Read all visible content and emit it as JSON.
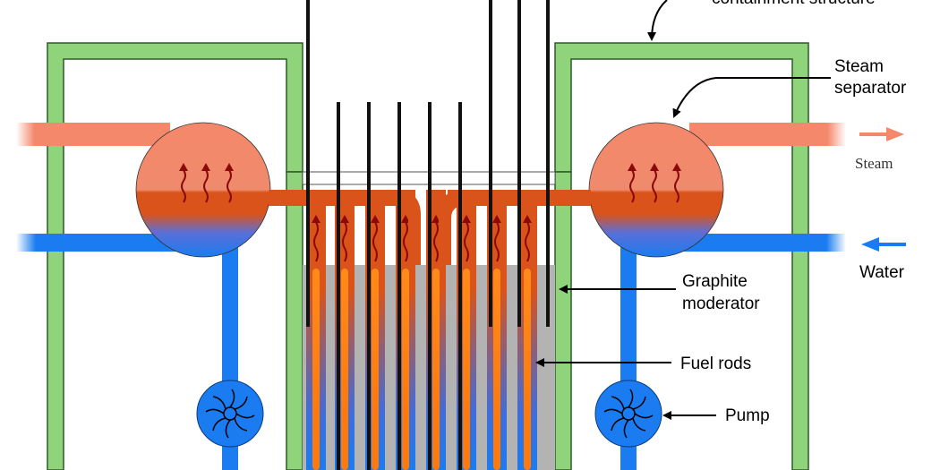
{
  "labels": {
    "containment": "containment structure",
    "steam_separator_line1": "Steam",
    "steam_separator_line2": "separator",
    "steam": "Steam",
    "water": "Water",
    "graphite_line1": "Graphite",
    "graphite_line2": "moderator",
    "fuel_rods": "Fuel rods",
    "pump": "Pump"
  },
  "colors": {
    "containment": "#8fd47a",
    "containment_stroke": "#2f5a2a",
    "steam": "#f4886a",
    "hot_water": "#d9531a",
    "water": "#1a7cf0",
    "graphite": "#b3b3b3",
    "fuel": "#ff7a0a",
    "arrow_dark": "#8a0a0a",
    "rod": "#111111"
  },
  "icons": [
    "steam-arrow-icon",
    "water-arrow-icon",
    "pump-impeller-icon",
    "wavy-heat-arrow-icon"
  ]
}
